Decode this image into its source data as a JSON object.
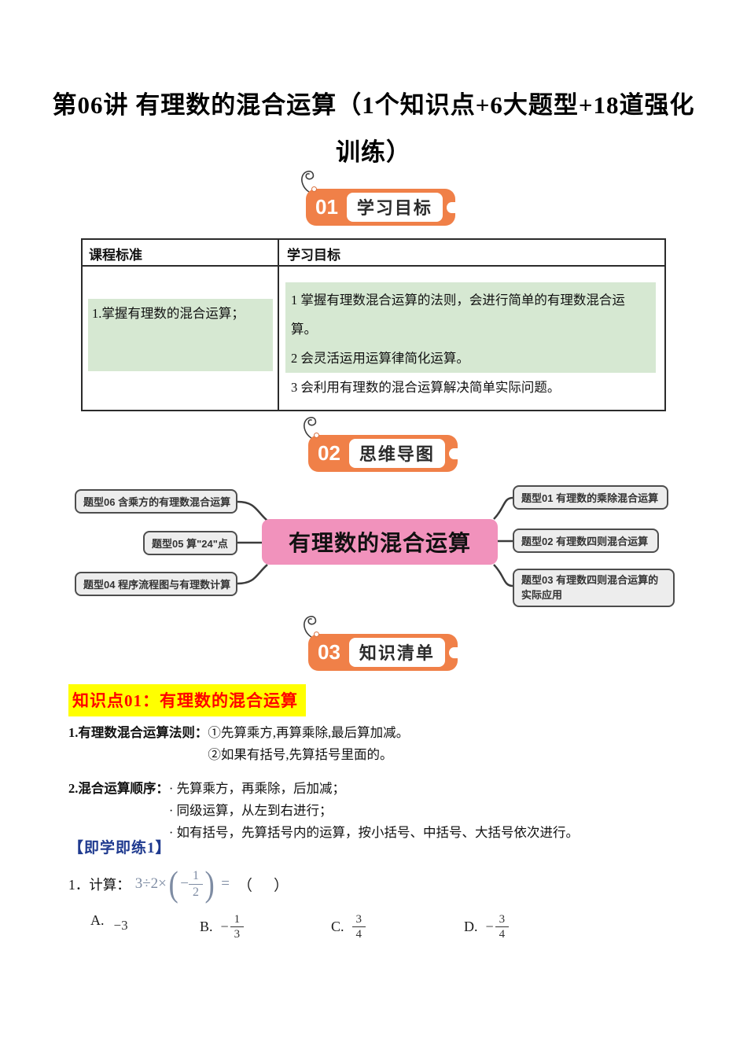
{
  "title": {
    "line1": "第06讲 有理数的混合运算（1个知识点+6大题型+18道强化",
    "line2": "训练）"
  },
  "badges": [
    {
      "number": "01",
      "label": "学习目标"
    },
    {
      "number": "02",
      "label": "思维导图"
    },
    {
      "number": "03",
      "label": "知识清单"
    }
  ],
  "objectives_table": {
    "headers": [
      "课程标准",
      "学习目标"
    ],
    "standard": "1.掌握有理数的混合运算；",
    "goals": [
      "1 掌握有理数混合运算的法则，会进行简单的有理数混合运算。",
      "2 会灵活运用运算律简化运算。",
      "3 会利用有理数的混合运算解决简单实际问题。"
    ]
  },
  "mindmap": {
    "center": "有理数的混合运算",
    "left": [
      "题型06 含乘方的有理数混合运算",
      "题型05 算\"24\"点",
      "题型04 程序流程图与有理数计算"
    ],
    "right": [
      "题型01 有理数的乘除混合运算",
      "题型02 有理数四则混合运算",
      "题型03 有理数四则混合运算的实际应用"
    ]
  },
  "knowledge": {
    "heading": "知识点01：有理数的混合运算",
    "rule1_label": "1.有理数混合运算法则：",
    "rule1_items": [
      "①先算乘方,再算乘除,最后算加减。",
      "②如果有括号,先算括号里面的。"
    ],
    "rule2_label": "2.混合运算顺序：",
    "rule2_items": [
      "·  先算乘方，再乘除，后加减；",
      "·  同级运算，从左到右进行；",
      "·  如有括号，先算括号内的运算，按小括号、中括号、大括号依次进行。"
    ]
  },
  "practice": {
    "heading": "【即学即练1】",
    "question_no": "1．",
    "question_label": "计算：",
    "expression": {
      "lead": "3÷2×",
      "lparen": "(",
      "minus": "−",
      "num": "1",
      "den": "2",
      "rparen": ")",
      "equals": "=",
      "answer_blank": "（　）"
    },
    "options": [
      {
        "letter": "A.",
        "value": "−3"
      },
      {
        "letter": "B.",
        "minus": "−",
        "num": "1",
        "den": "3"
      },
      {
        "letter": "C.",
        "minus": "",
        "num": "3",
        "den": "4"
      },
      {
        "letter": "D.",
        "minus": "−",
        "num": "3",
        "den": "4"
      }
    ]
  },
  "colors": {
    "badge_orange": "#F08048",
    "mindmap_center_pink": "#F192BC",
    "table_highlight_green": "#D6E8D2",
    "knowledge_highlight_yellow": "#FFFF00",
    "knowledge_heading_red": "#FF0000",
    "practice_heading_blue": "#1F3A8F",
    "equation_gray": "#7E8CA3"
  }
}
